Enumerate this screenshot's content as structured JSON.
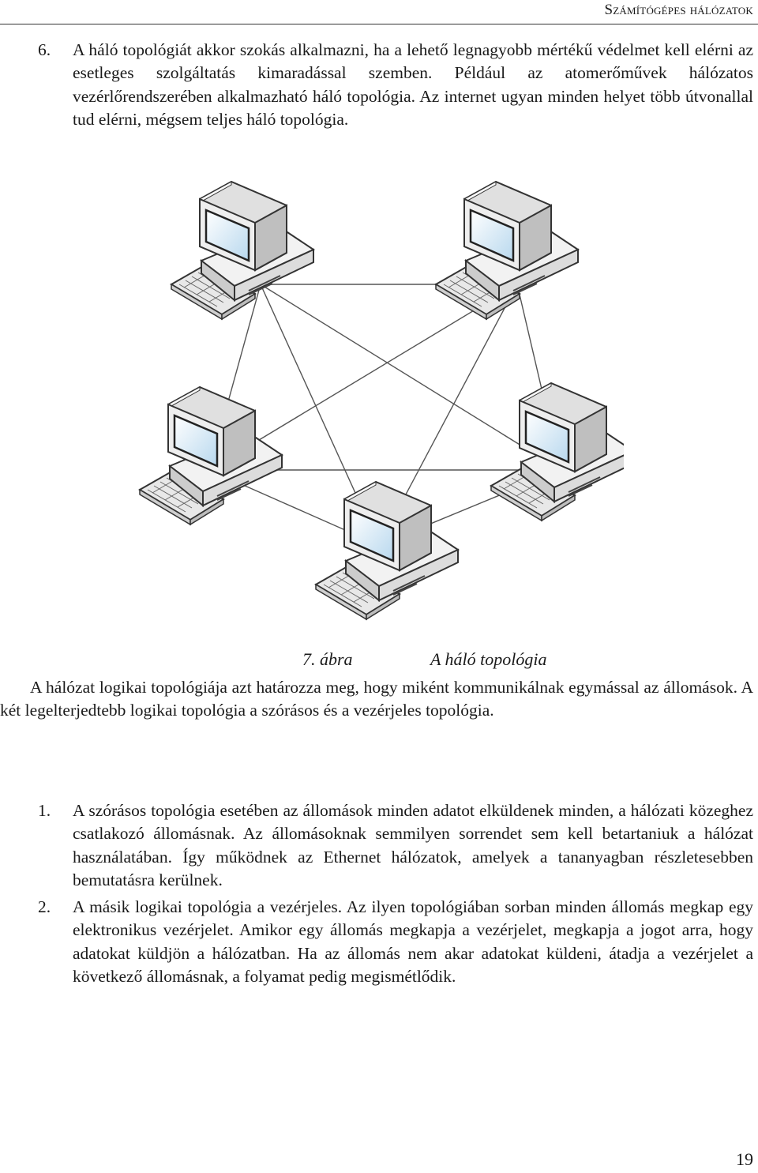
{
  "header": {
    "title": "Számítógépes hálózatok"
  },
  "list_top": {
    "number": "6.",
    "text": "A háló topológiát akkor szokás alkalmazni, ha a lehető legnagyobb mértékű védelmet kell elérni az esetleges szolgáltatás kimaradással szemben. Például az atomerőművek hálózatos vezérlőrendszerében alkalmazható háló topológia. Az internet ugyan minden helyet több útvonallal tud elérni, mégsem teljes háló topológia."
  },
  "figure": {
    "caption_number": "7. ábra",
    "caption_text": "A háló topológia",
    "node_icon": "desktop-computer-icon",
    "node_count": 5
  },
  "paragraph": "A hálózat logikai topológiája azt határozza meg, hogy miként kommunikálnak egymással az állomások. A két legelterjedtebb logikai topológia a szórásos és a vezérjeles topológia.",
  "list": [
    {
      "number": "1.",
      "text": "A szórásos topológia esetében az állomások minden adatot elküldenek minden, a hálózati közeghez csatlakozó állomásnak. Az állomásoknak semmilyen sorrendet sem kell betartaniuk a hálózat használatában. Így működnek az Ethernet hálózatok, amelyek a tananyagban részletesebben bemutatásra kerülnek."
    },
    {
      "number": "2.",
      "text": "A másik logikai topológia a vezérjeles. Az ilyen topológiában sorban minden állomás megkap egy elektronikus vezérjelet. Amikor egy állomás megkapja a vezérjelet, megkapja a jogot arra, hogy adatokat küldjön a hálózatban. Ha az állomás nem akar adatokat küldeni, átadja a vezérjelet a következő állomásnak, a folyamat pedig megismétlődik."
    }
  ],
  "page_number": "19"
}
